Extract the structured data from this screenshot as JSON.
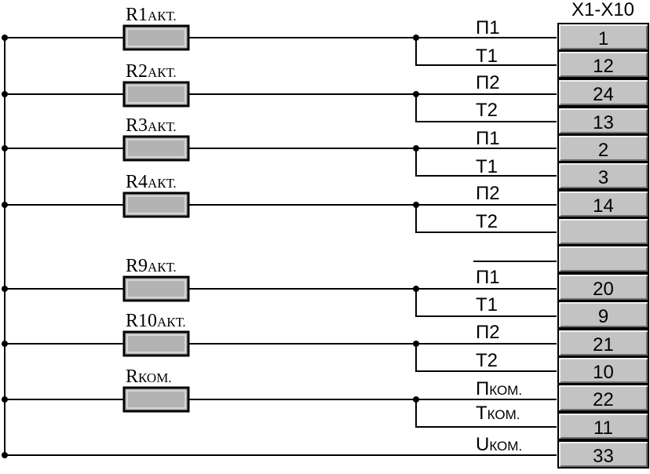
{
  "terminal_block": {
    "title": "X1-X10",
    "cells": [
      "1",
      "12",
      "24",
      "13",
      "2",
      "3",
      "14",
      "",
      "",
      "20",
      "9",
      "21",
      "10",
      "22",
      "11",
      "33"
    ]
  },
  "resistors": [
    {
      "name": "R1",
      "sub": "АКТ."
    },
    {
      "name": "R2",
      "sub": "АКТ."
    },
    {
      "name": "R3",
      "sub": "АКТ."
    },
    {
      "name": "R4",
      "sub": "АКТ."
    },
    {
      "name": "R9",
      "sub": "АКТ."
    },
    {
      "name": "R10",
      "sub": "АКТ."
    },
    {
      "name": "R",
      "sub": "КОМ."
    }
  ],
  "signals": [
    {
      "name": "П1",
      "sub": ""
    },
    {
      "name": "Т1",
      "sub": ""
    },
    {
      "name": "П2",
      "sub": ""
    },
    {
      "name": "Т2",
      "sub": ""
    },
    {
      "name": "П1",
      "sub": ""
    },
    {
      "name": "Т1",
      "sub": ""
    },
    {
      "name": "П2",
      "sub": ""
    },
    {
      "name": "Т2",
      "sub": ""
    },
    {
      "name": "П1",
      "sub": ""
    },
    {
      "name": "Т1",
      "sub": ""
    },
    {
      "name": "П2",
      "sub": ""
    },
    {
      "name": "Т2",
      "sub": ""
    },
    {
      "name": "П",
      "sub": "КОМ."
    },
    {
      "name": "Т",
      "sub": "КОМ."
    },
    {
      "name": "U",
      "sub": "КОМ."
    }
  ]
}
